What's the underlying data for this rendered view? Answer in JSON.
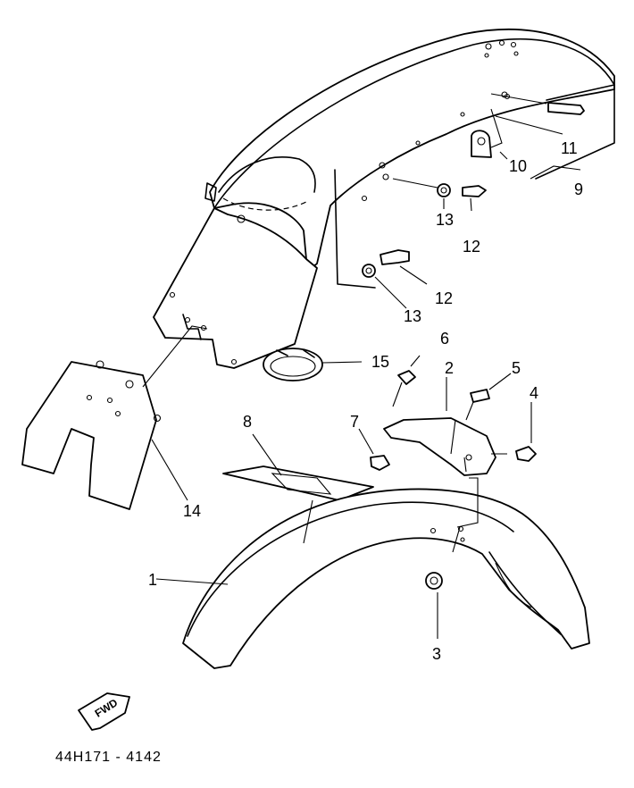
{
  "diagram": {
    "part_labels": [
      "1",
      "2",
      "3",
      "4",
      "5",
      "6",
      "7",
      "8",
      "9",
      "10",
      "11",
      "12",
      "12",
      "13",
      "13",
      "14",
      "15"
    ],
    "fwd_label": "FWD",
    "reference_code": "44H171 - 4142"
  }
}
